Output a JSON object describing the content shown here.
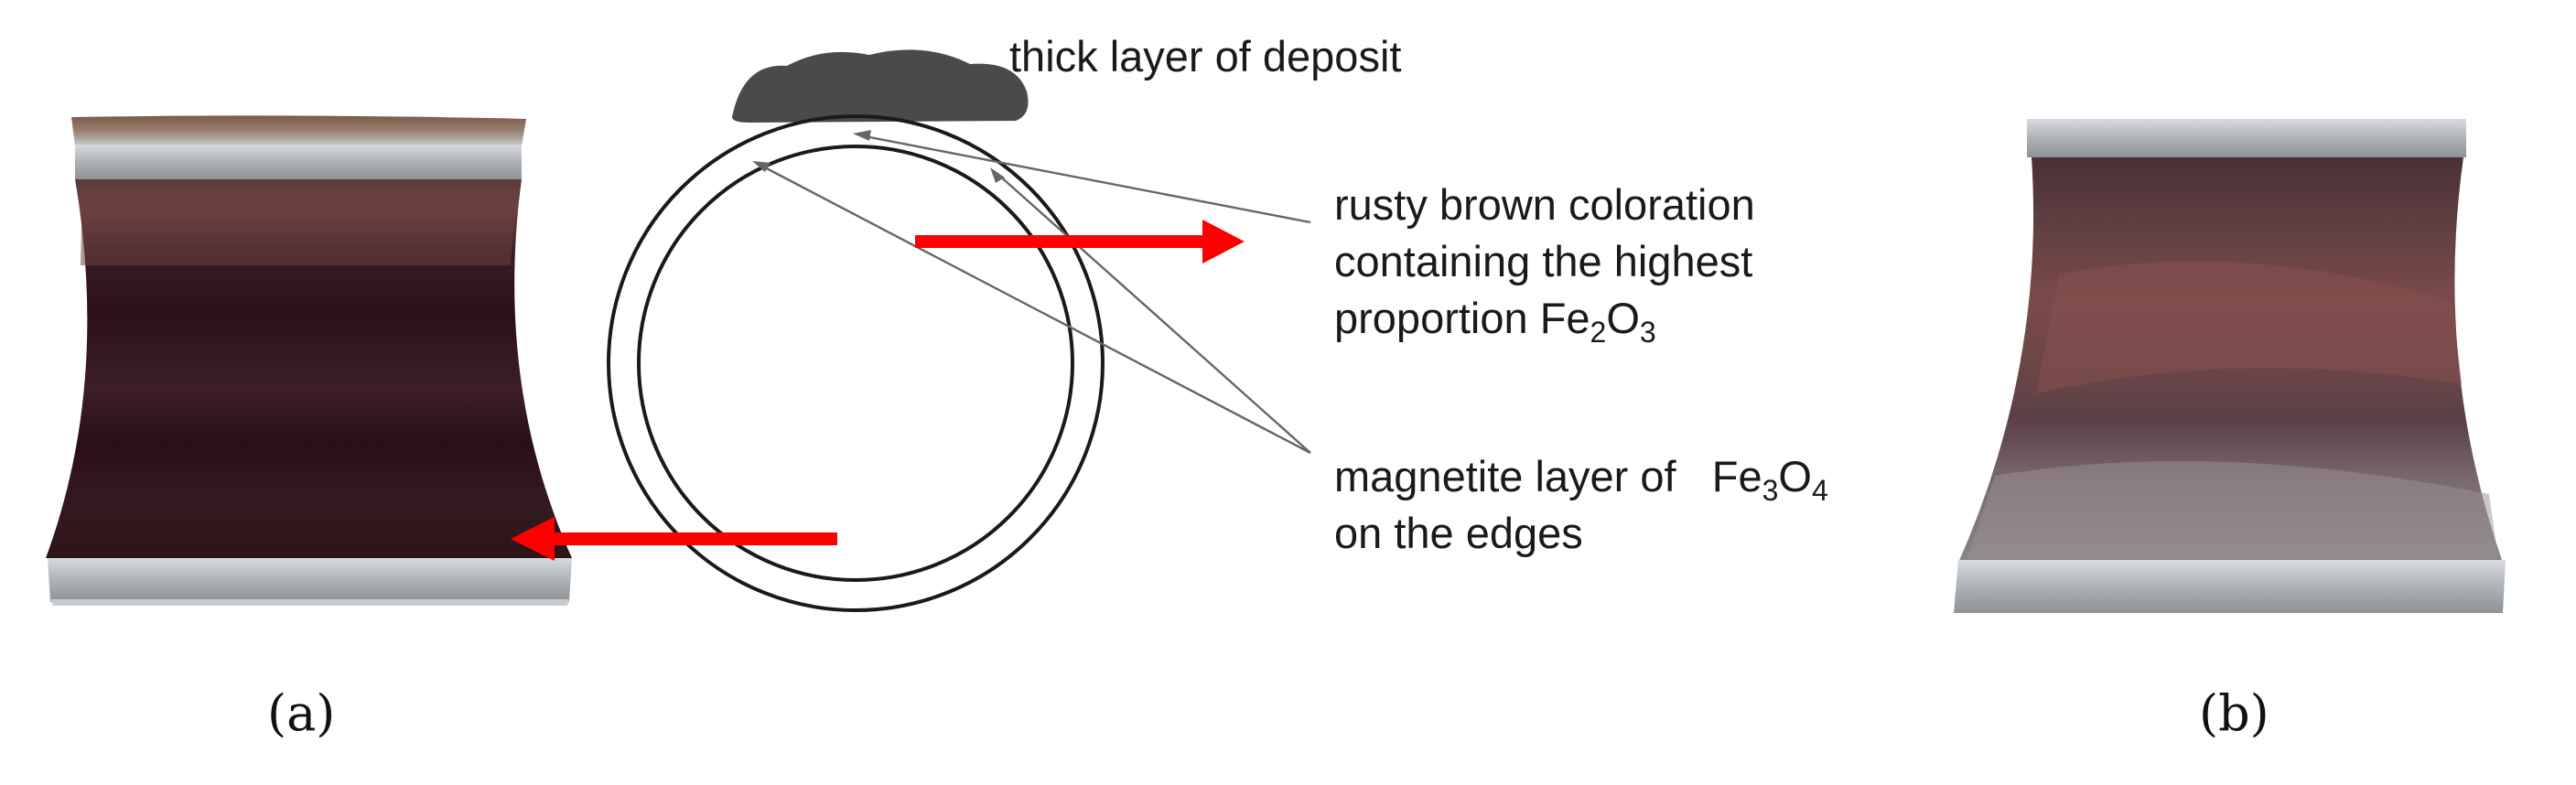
{
  "labels": {
    "deposit": "thick layer of deposit",
    "rusty_line1": "rusty brown coloration",
    "rusty_line2": "containing the highest",
    "rusty_line3_prefix": "proportion Fe",
    "rusty_sub1": "2",
    "rusty_mid": "O",
    "rusty_sub2": "3",
    "magnetite_line1_prefix": "magnetite layer of   Fe",
    "magnetite_sub1": "3",
    "magnetite_mid": "O",
    "magnetite_sub2": "4",
    "magnetite_line2": "on the edges"
  },
  "panels": {
    "left": "(a)",
    "right": "(b)"
  },
  "colors": {
    "arrow_red": "#ff0000",
    "deposit": "#4a4a4a",
    "metal_edge": "#b9bdc2",
    "oxide_dark": "#3a1a22",
    "oxide_brown": "#6b3b3a"
  }
}
